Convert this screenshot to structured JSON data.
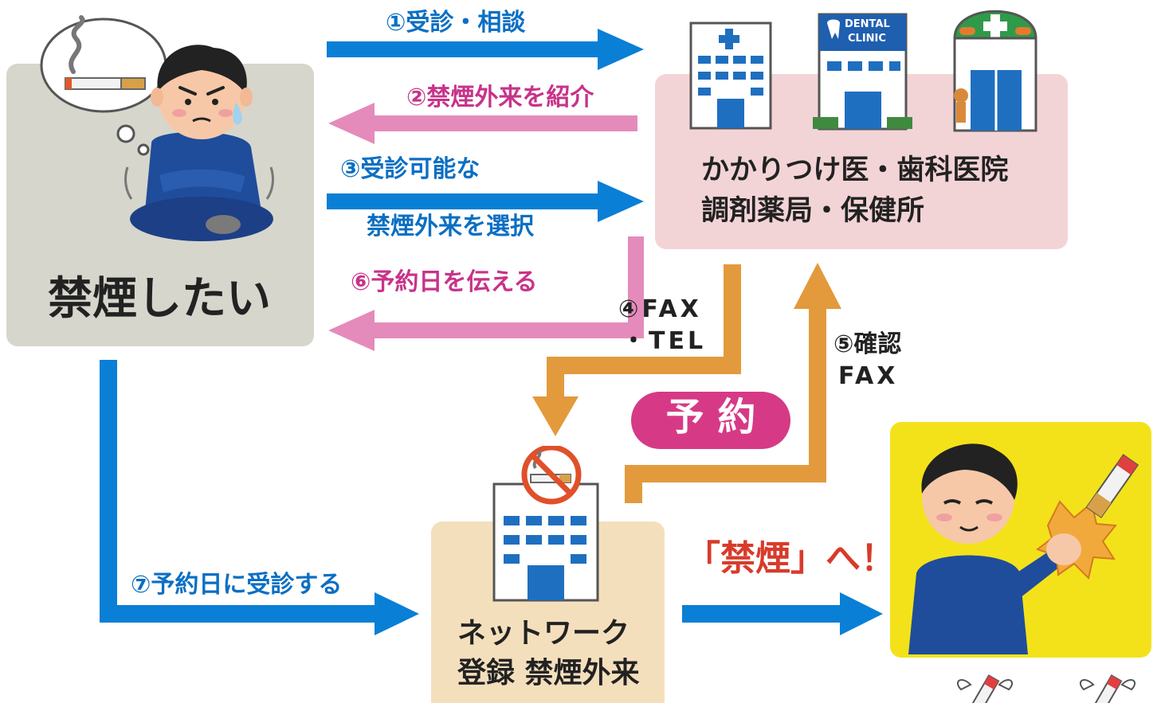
{
  "colors": {
    "blue_arrow": "#0a7fd6",
    "pink_arrow": "#e48bbb",
    "orange_arrow": "#e39a3c",
    "blue_text": "#0b6fc3",
    "magenta_text": "#c7338a",
    "red_text": "#d83b2b",
    "dark_text": "#222222",
    "smoker_panel": "#d6d6cc",
    "clinic_panel": "#f3d4d6",
    "network_panel": "#f4dfbd",
    "success_panel": "#f3e21a",
    "reserve_pill": "#d63a86"
  },
  "icons": {
    "smoker": "worried-man-wanting-cigarette-icon",
    "hospital": "hospital-building-icon",
    "dental": "dental-clinic-building-icon",
    "pharmacy": "pharmacy-building-icon",
    "no_smoking_hospital": "no-smoking-hospital-icon",
    "quit_man": "man-rejecting-cigarette-icon",
    "flying_cigarette": "winged-cigarette-icon"
  },
  "smoker": {
    "label": "禁煙したい"
  },
  "clinic": {
    "line1": "かかりつけ医・歯科医院",
    "line2": "調剤薬局・保健所",
    "dental_sign_1": "DENTAL",
    "dental_sign_2": "CLINIC"
  },
  "network": {
    "line1": "ネットワーク",
    "line2": "登録 禁煙外来"
  },
  "steps": {
    "s1": "①受診・相談",
    "s2": "②禁煙外来を紹介",
    "s3a": "③受診可能な",
    "s3b": "禁煙外来を選択",
    "s4a": "④FAX",
    "s4b": "・TEL",
    "s5a": "⑤確認",
    "s5b": "FAX",
    "s6": "⑥予約日を伝える",
    "s7": "⑦予約日に受診する"
  },
  "reserve": "予 約",
  "goal": "「禁煙」へ！"
}
